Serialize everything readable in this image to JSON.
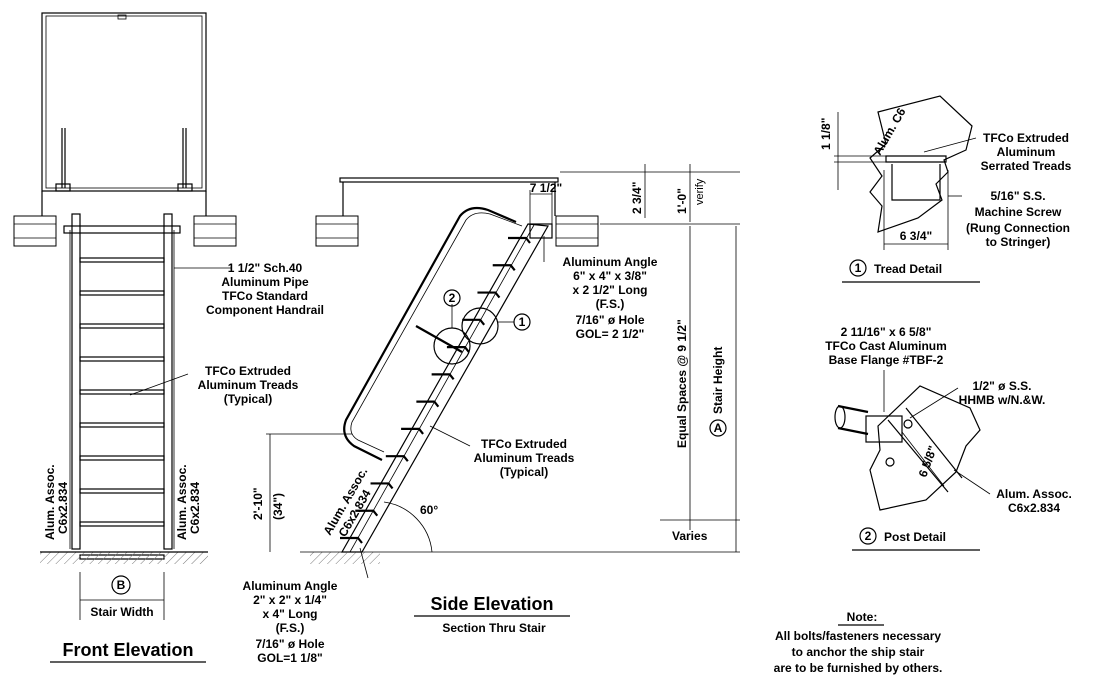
{
  "front": {
    "title": "Front Elevation",
    "handrail": [
      "1 1/2\" Sch.40",
      "Aluminum Pipe",
      "TFCo Standard",
      "Component Handrail"
    ],
    "treads": [
      "TFCo Extruded",
      "Aluminum Treads",
      "(Typical)"
    ],
    "stringer_left": [
      "Alum. Assoc.",
      "C6x2.834"
    ],
    "stringer_right": [
      "Alum. Assoc.",
      "C6x2.834"
    ],
    "marker_b": "B",
    "width_label": "Stair Width"
  },
  "side": {
    "title": "Side Elevation",
    "subtitle": "Section Thru Stair",
    "dim_7_half": "7 1/2\"",
    "dim_2_3_4": "2 3/4\"",
    "dim_1_0": "1'-0\"",
    "verify": "verify",
    "top_angle": [
      "Aluminum Angle",
      "6\" x 4\" x 3/8\"",
      "x 2 1/2\" Long",
      "(F.S.)",
      "7/16\" ø Hole",
      "GOL= 2 1/2\""
    ],
    "treads": [
      "TFCo Extruded",
      "Aluminum Treads",
      "(Typical)"
    ],
    "stringer": [
      "Alum. Assoc.",
      "C6x2.834"
    ],
    "equal_spaces": "Equal Spaces @ 9 1/2\"",
    "marker_a": "A",
    "stair_height": "Stair Height",
    "varies": "Varies",
    "dim_2_10": "2'-10\"",
    "dim_34": "(34\")",
    "angle": "60°",
    "marker_1": "1",
    "marker_2": "2",
    "bottom_angle": [
      "Aluminum Angle",
      "2\" x 2\" x 1/4\"",
      "x 4\" Long",
      "(F.S.)",
      "7/16\" ø Hole",
      "GOL=1 1/8\""
    ]
  },
  "tread_detail": {
    "marker": "1",
    "title": "Tread Detail",
    "dim_1_1_8": "1 1/8\"",
    "channel": "Alum. C6",
    "treads": [
      "TFCo Extruded",
      "Aluminum",
      "Serrated Treads"
    ],
    "screw": [
      "5/16\" S.S.",
      "Machine Screw",
      "(Rung Connection",
      "to Stringer)"
    ],
    "dim_6_3_4": "6 3/4\""
  },
  "post_detail": {
    "marker": "2",
    "title": "Post Detail",
    "flange": [
      "2 11/16\" x 6 5/8\"",
      "TFCo Cast Aluminum",
      "Base Flange #TBF-2"
    ],
    "bolt": [
      "1/2\" ø S.S.",
      "HHMB w/N.&W."
    ],
    "dim_6_5_8": "6 5/8\"",
    "channel": [
      "Alum. Assoc.",
      "C6x2.834"
    ]
  },
  "note": {
    "title": "Note:",
    "lines": [
      "All bolts/fasteners necessary",
      "to anchor the ship stair",
      "are to be furnished by others."
    ]
  }
}
